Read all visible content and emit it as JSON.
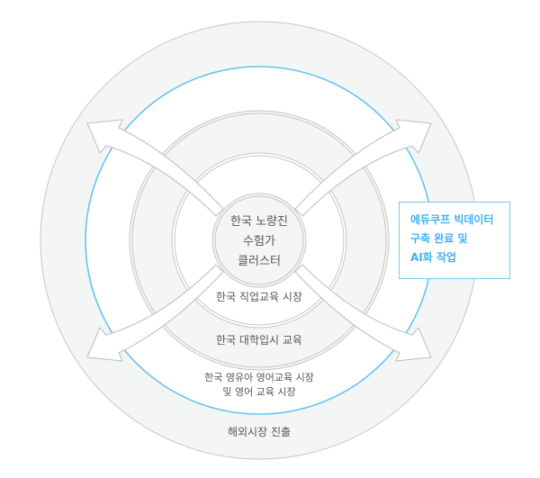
{
  "center": {
    "lines": [
      "한국 노량진",
      "수험가",
      "클러스터"
    ]
  },
  "rings": {
    "vocational": "한국 직업교육 시장",
    "admissions": "한국 대학입시 교육",
    "english": [
      "한국 영유아 영어교육 시장",
      "및 영어 교육 시장"
    ],
    "overseas": "해외시장 진출"
  },
  "callout": {
    "lines": [
      "에듀쿠프 빅데이터",
      "구축 완료 및",
      "AI화 작업"
    ]
  },
  "colors": {
    "accent": "#5ec0f2",
    "ring_fill": "#f4f5f5",
    "stroke": "#c4c4c4"
  }
}
